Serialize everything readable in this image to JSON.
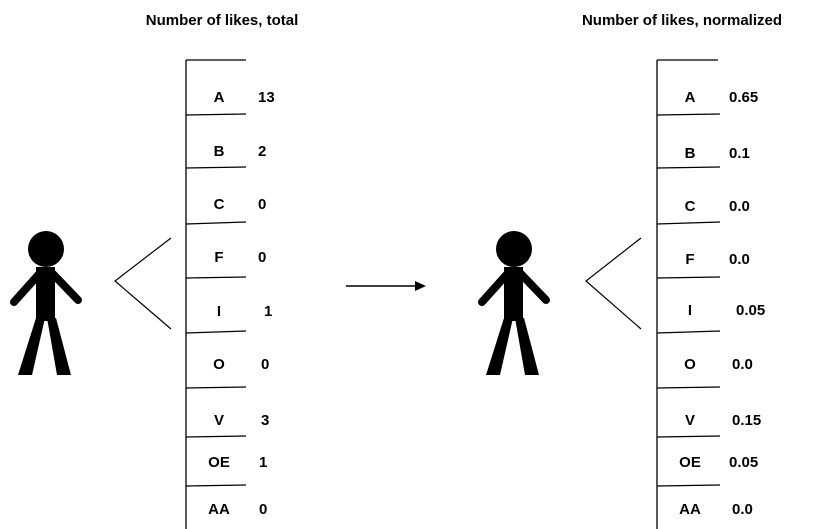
{
  "panels": [
    {
      "title": "Number of likes, total",
      "rows": [
        {
          "label": "A",
          "value": "13"
        },
        {
          "label": "B",
          "value": "2"
        },
        {
          "label": "C",
          "value": "0"
        },
        {
          "label": "F",
          "value": "0"
        },
        {
          "label": "I",
          "value": "1"
        },
        {
          "label": "O",
          "value": "0"
        },
        {
          "label": "V",
          "value": "3"
        },
        {
          "label": "OE",
          "value": "1"
        },
        {
          "label": "AA",
          "value": "0"
        }
      ]
    },
    {
      "title": "Number of likes, normalized",
      "rows": [
        {
          "label": "A",
          "value": "0.65"
        },
        {
          "label": "B",
          "value": "0.1"
        },
        {
          "label": "C",
          "value": "0.0"
        },
        {
          "label": "F",
          "value": "0.0"
        },
        {
          "label": "I",
          "value": "0.05"
        },
        {
          "label": "O",
          "value": "0.0"
        },
        {
          "label": "V",
          "value": "0.15"
        },
        {
          "label": "OE",
          "value": "0.05"
        },
        {
          "label": "AA",
          "value": "0.0"
        }
      ]
    }
  ],
  "figure_icon": "person-icon",
  "connector_icon": "arrow-right-icon"
}
